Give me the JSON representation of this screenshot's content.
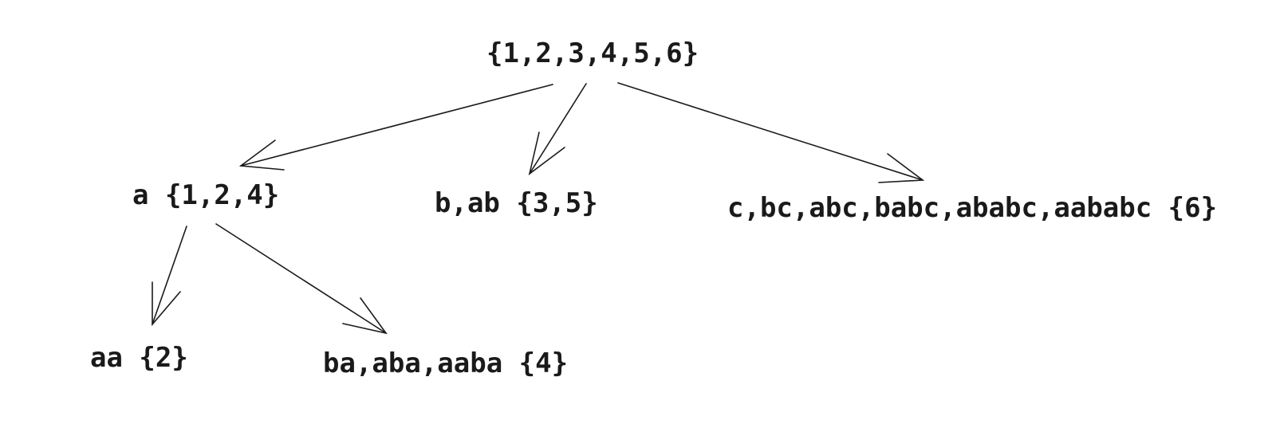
{
  "diagram": {
    "nodes": [
      {
        "id": "root",
        "label": "{1,2,3,4,5,6}"
      },
      {
        "id": "a",
        "label": "a {1,2,4}"
      },
      {
        "id": "b",
        "label": "b,ab {3,5}"
      },
      {
        "id": "c",
        "label": "c,bc,abc,babc,ababc,aababc {6}"
      },
      {
        "id": "aa",
        "label": "aa {2}"
      },
      {
        "id": "ba",
        "label": "ba,aba,aaba {4}"
      }
    ],
    "edges": [
      {
        "from": "root",
        "to": "a"
      },
      {
        "from": "root",
        "to": "b"
      },
      {
        "from": "root",
        "to": "c"
      },
      {
        "from": "a",
        "to": "aa"
      },
      {
        "from": "a",
        "to": "ba"
      }
    ]
  }
}
